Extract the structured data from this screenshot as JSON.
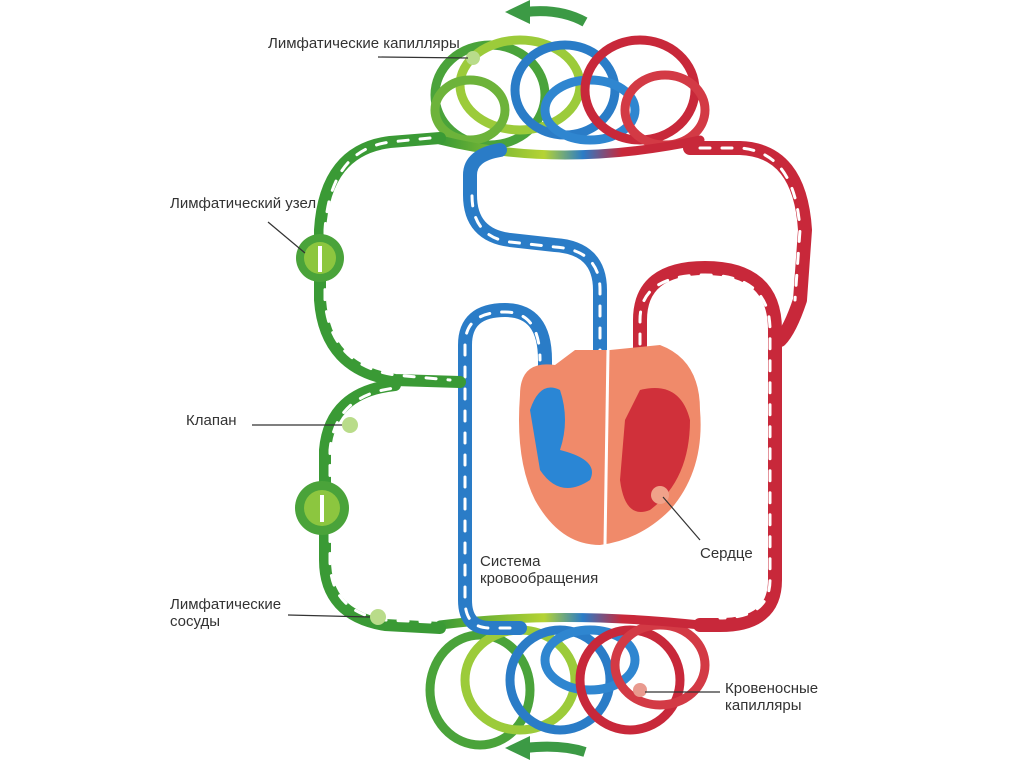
{
  "labels": {
    "lymph_capillaries": "Лимфатические капилляры",
    "lymph_node": "Лимфатический узел",
    "valve": "Клапан",
    "lymph_vessels": "Лимфатические сосуды",
    "circulatory_system": "Система кровообращения",
    "heart": "Сердце",
    "blood_capillaries": "Кровеносные капилляры"
  },
  "colors": {
    "lymph": "#3a9a35",
    "lymph_light": "#b5d334",
    "vein": "#2a7cc7",
    "artery": "#c8283a",
    "heart": "#f08a6a"
  }
}
